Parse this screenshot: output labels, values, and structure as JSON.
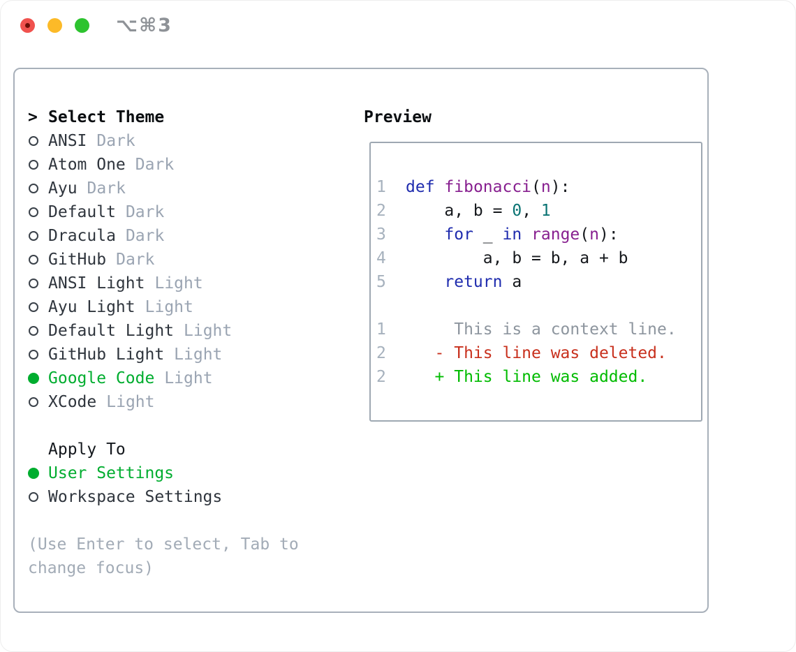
{
  "window": {
    "title": "⌥⌘3",
    "traffic_lights": [
      "close",
      "minimize",
      "zoom"
    ]
  },
  "theme_list": {
    "header": {
      "marker": ">",
      "label": "Select Theme"
    },
    "items": [
      {
        "name": "ANSI",
        "variant": "Dark",
        "selected": false
      },
      {
        "name": "Atom One",
        "variant": "Dark",
        "selected": false
      },
      {
        "name": "Ayu",
        "variant": "Dark",
        "selected": false
      },
      {
        "name": "Default",
        "variant": "Dark",
        "selected": false
      },
      {
        "name": "Dracula",
        "variant": "Dark",
        "selected": false
      },
      {
        "name": "GitHub",
        "variant": "Dark",
        "selected": false
      },
      {
        "name": "ANSI Light",
        "variant": "Light",
        "selected": false
      },
      {
        "name": "Ayu Light",
        "variant": "Light",
        "selected": false
      },
      {
        "name": "Default Light",
        "variant": "Light",
        "selected": false
      },
      {
        "name": "GitHub Light",
        "variant": "Light",
        "selected": false
      },
      {
        "name": "Google Code",
        "variant": "Light",
        "selected": true
      },
      {
        "name": "XCode",
        "variant": "Light",
        "selected": false
      }
    ]
  },
  "apply_to": {
    "header": "Apply To",
    "items": [
      {
        "label": "User Settings",
        "selected": true
      },
      {
        "label": "Workspace Settings",
        "selected": false
      }
    ]
  },
  "hint": "(Use Enter to select, Tab to change focus)",
  "preview": {
    "label": "Preview",
    "code_lines": [
      {
        "num": "1",
        "tokens": [
          {
            "t": "def",
            "c": "kw"
          },
          {
            "t": " ",
            "c": "pl"
          },
          {
            "t": "fibonacci",
            "c": "fn"
          },
          {
            "t": "(",
            "c": "pl"
          },
          {
            "t": "n",
            "c": "fn"
          },
          {
            "t": "):",
            "c": "pl"
          }
        ]
      },
      {
        "num": "2",
        "tokens": [
          {
            "t": "    a, b = ",
            "c": "pl"
          },
          {
            "t": "0",
            "c": "lit"
          },
          {
            "t": ", ",
            "c": "pl"
          },
          {
            "t": "1",
            "c": "lit"
          }
        ]
      },
      {
        "num": "3",
        "tokens": [
          {
            "t": "    ",
            "c": "pl"
          },
          {
            "t": "for",
            "c": "kw"
          },
          {
            "t": " _ ",
            "c": "pl"
          },
          {
            "t": "in",
            "c": "kw"
          },
          {
            "t": " ",
            "c": "pl"
          },
          {
            "t": "range",
            "c": "fn"
          },
          {
            "t": "(",
            "c": "pl"
          },
          {
            "t": "n",
            "c": "fn"
          },
          {
            "t": "):",
            "c": "pl"
          }
        ]
      },
      {
        "num": "4",
        "tokens": [
          {
            "t": "        a, b = b, a + b",
            "c": "pl"
          }
        ]
      },
      {
        "num": "5",
        "tokens": [
          {
            "t": "    ",
            "c": "pl"
          },
          {
            "t": "return",
            "c": "kw"
          },
          {
            "t": " a",
            "c": "pl"
          }
        ]
      }
    ],
    "diff_lines": [
      {
        "num": "1",
        "text": "     This is a context line.",
        "kind": "context"
      },
      {
        "num": "2",
        "text": "   - This line was deleted.",
        "kind": "deleted"
      },
      {
        "num": "2",
        "text": "   + This line was added.",
        "kind": "added"
      }
    ]
  },
  "colors": {
    "selected_green": "#00ad2f",
    "added_green": "#00bb00",
    "deleted_red": "#c8301d",
    "context_gray": "#8d959e",
    "line_number_gray": "#a6b1bd",
    "variant_gray": "#9aa4b2",
    "hint_gray": "#a2abb6",
    "keyword_blue": "#1f2cae",
    "function_purple": "#871f8f",
    "number_teal": "#0a7373",
    "code_black": "#15181c",
    "text_dark": "#2f353d",
    "header_black": "#0b0e11",
    "border_gray": "#a8b0ba",
    "traffic_red": "#f0524e",
    "traffic_yellow": "#fcba28",
    "traffic_green": "#2dc32f",
    "title_gray": "#8e9297"
  }
}
